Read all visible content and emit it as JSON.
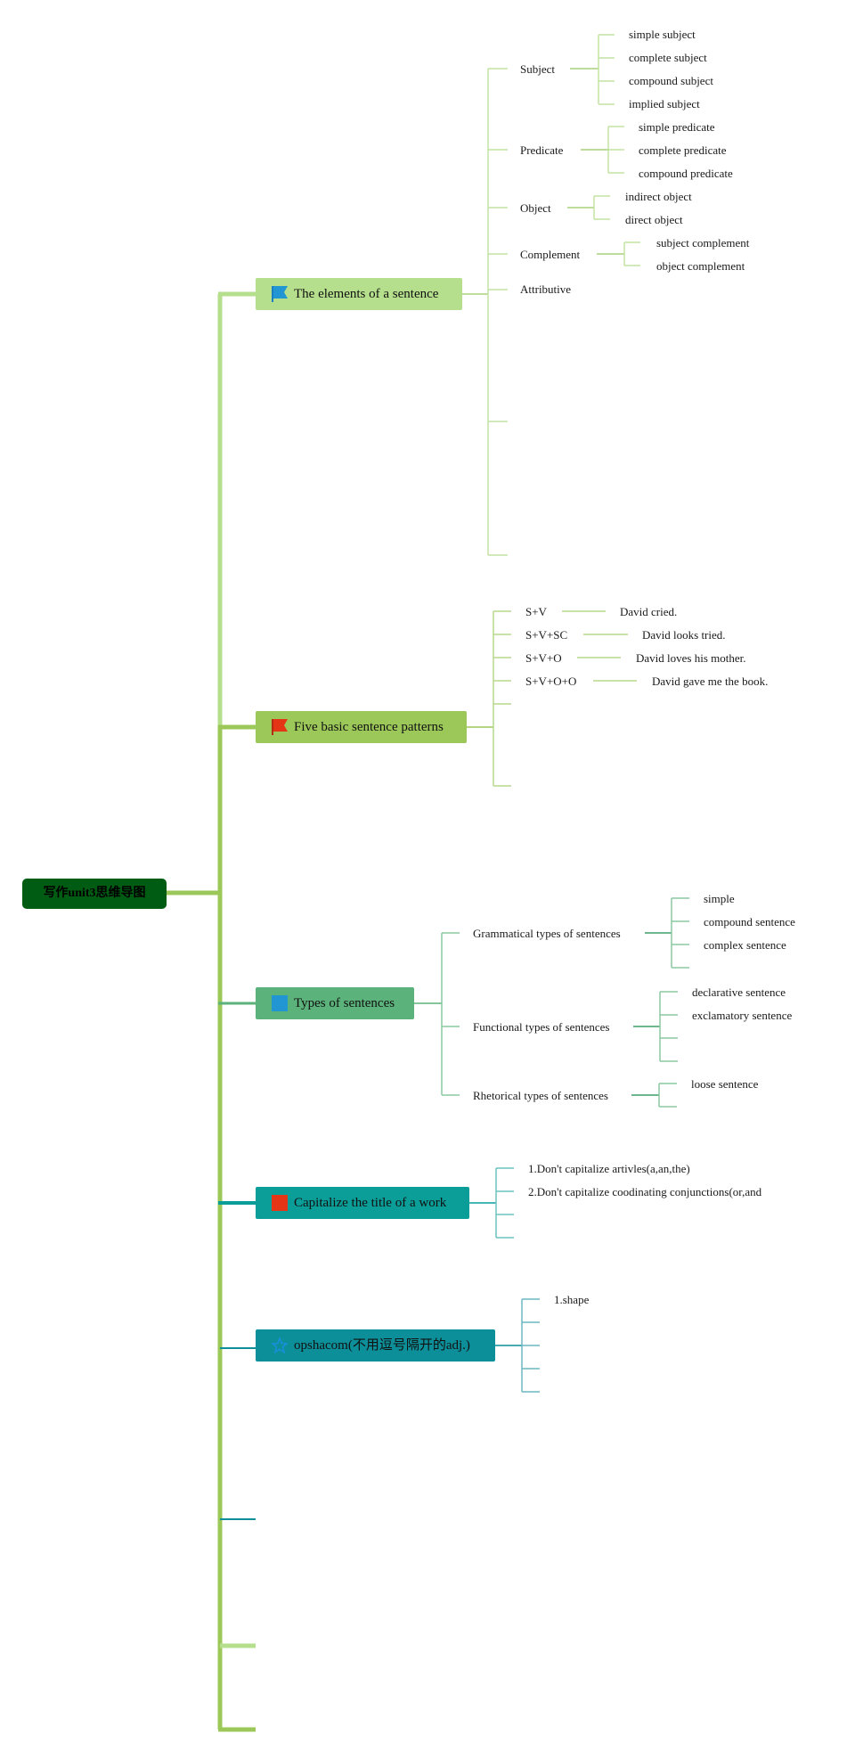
{
  "root": {
    "label": "写作unit3思维导图"
  },
  "colors": {
    "root": "#005c12",
    "b1": "#b5df8c",
    "b2": "#9cc85a",
    "b3": "#5bb27a",
    "b4": "#0b9d98",
    "b5": "#0c8f99",
    "icon_blue": "#2196d3",
    "icon_red": "#e53517"
  },
  "branches": [
    {
      "label": "The elements of a sentence",
      "icon": "blue-flag-icon",
      "children": [
        {
          "label": "Subject",
          "children": [
            "simple subject",
            "complete subject",
            "compound subject",
            "implied subject"
          ]
        },
        {
          "label": "Predicate",
          "children": [
            "simple predicate",
            "complete predicate",
            "compound predicate"
          ]
        },
        {
          "label": "Object",
          "children": [
            "indirect object",
            "direct object"
          ]
        },
        {
          "label": "Complement",
          "children": [
            "subject complement",
            "object complement"
          ]
        },
        {
          "label": "Attributive",
          "children": []
        }
      ]
    },
    {
      "label": "Five basic sentence patterns",
      "icon": "red-flag-icon",
      "children": [
        {
          "label": "S+V",
          "children": [
            "David cried."
          ]
        },
        {
          "label": "S+V+SC",
          "children": [
            "David looks tried."
          ]
        },
        {
          "label": "S+V+O",
          "children": [
            "David loves his mother."
          ]
        },
        {
          "label": "S+V+O+O",
          "children": [
            "David gave me the book."
          ]
        }
      ]
    },
    {
      "label": "Types of sentences",
      "icon": "blue-square-icon",
      "children": [
        {
          "label": "Grammatical types of sentences",
          "children": [
            "simple",
            "compound sentence",
            "complex sentence"
          ]
        },
        {
          "label": "Functional types of sentences",
          "children": [
            "declarative sentence",
            "exclamatory sentence"
          ]
        },
        {
          "label": "Rhetorical types of sentences",
          "children": [
            "loose sentence"
          ]
        }
      ]
    },
    {
      "label": "Capitalize the title of a work",
      "icon": "red-square-icon",
      "children": [
        {
          "label": "1.Don't capitalize artivles(a,an,the)",
          "children": []
        },
        {
          "label": "2.Don't capitalize coodinating conjunctions(or,and",
          "children": []
        }
      ]
    },
    {
      "label": "opshacom(不用逗号隔开的adj.)",
      "icon": "star-icon",
      "children": [
        {
          "label": "1.shape",
          "children": []
        }
      ]
    }
  ]
}
